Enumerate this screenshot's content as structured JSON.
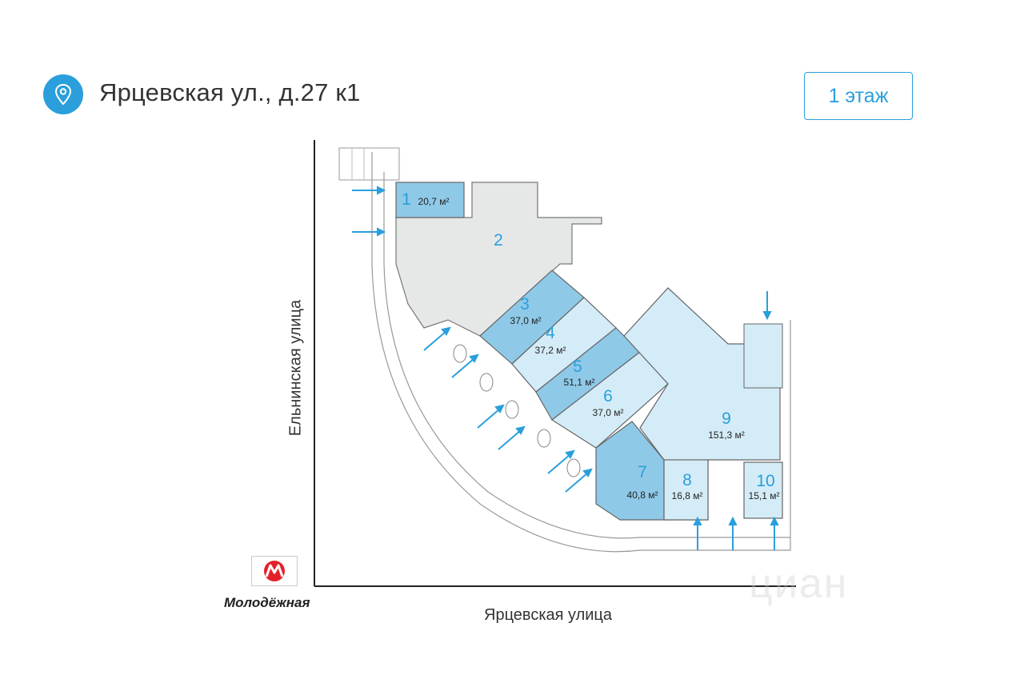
{
  "header": {
    "address": "Ярцевская ул., д.27 к1",
    "floor_button": "1 этаж",
    "pin_icon": "location-pin-icon"
  },
  "streets": {
    "left": "Ельнинская улица",
    "bottom": "Ярцевская улица"
  },
  "metro": {
    "icon": "metro-logo-icon",
    "station": "Молодёжная"
  },
  "rooms": [
    {
      "number": "1",
      "area": "20,7 м²"
    },
    {
      "number": "2",
      "area": ""
    },
    {
      "number": "3",
      "area": "37,0 м²"
    },
    {
      "number": "4",
      "area": "37,2 м²"
    },
    {
      "number": "5",
      "area": "51,1 м²"
    },
    {
      "number": "6",
      "area": "37,0 м²"
    },
    {
      "number": "7",
      "area": "40,8 м²"
    },
    {
      "number": "8",
      "area": "16,8 м²"
    },
    {
      "number": "9",
      "area": "151,3 м²"
    },
    {
      "number": "10",
      "area": "15,1 м²"
    }
  ],
  "colors": {
    "accent": "#2a9fdc",
    "room_dark": "#8fc9e8",
    "room_light": "#d4ecf7",
    "room_gray": "#e6e8e8"
  },
  "watermark": "циан"
}
